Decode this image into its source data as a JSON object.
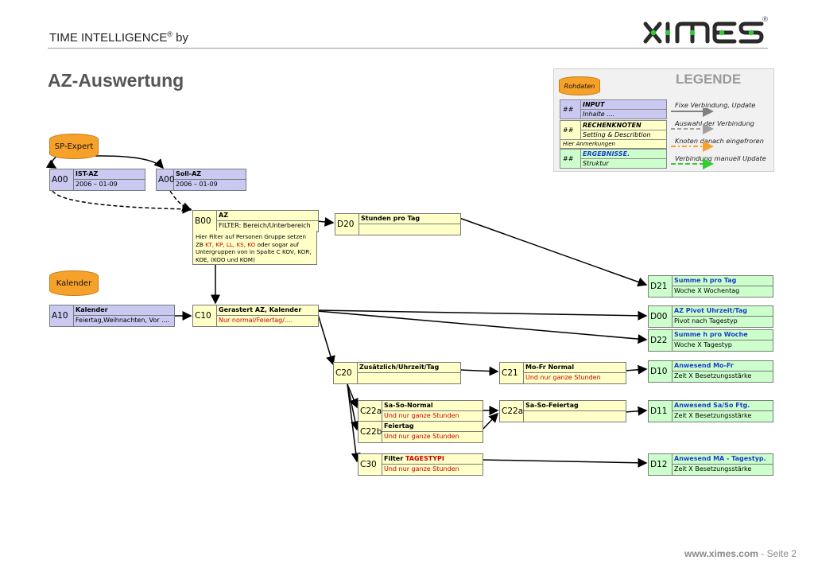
{
  "header": {
    "title": "TIME INTELLIGENCE",
    "reg": "®",
    "by": " by",
    "page_title": "AZ-Auswertung"
  },
  "logo": {
    "text": "XIMES",
    "reg": "®"
  },
  "footer": {
    "url": "www.ximes.com",
    "sep": " - ",
    "page": "Seite 2"
  },
  "legend": {
    "title": "LEGENDE",
    "rohdaten": "Rohdaten",
    "input": {
      "hash": "##",
      "line1": "INPUT",
      "line2": "Inhalte ...."
    },
    "calc": {
      "hash": "##",
      "line1": "RECHENKNOTEN",
      "line2": "Setting & Describtion",
      "line3": "Hier Anmerkungen"
    },
    "result": {
      "hash": "##",
      "line1": "ERGEBNISSE.",
      "line2": "Struktur"
    },
    "lines": {
      "fixed": "Fixe Verbindung, Update",
      "select": "Auswahl der Verbindung",
      "frozen": "Knoten danach eingefroren",
      "manual": "Verbindung manuell Update"
    },
    "colors": {
      "fixed": "#808080",
      "select": "#a0a0a0",
      "frozen": "#f6a12a",
      "manual": "#33cc33"
    }
  },
  "sources": {
    "sp_expert": "SP-Expert",
    "kalender": "Kalender"
  },
  "nodes": {
    "a00_ist": {
      "id": "A00",
      "title": "IST-AZ",
      "sub": "2006 – 01-09"
    },
    "a00_soll": {
      "id": "A00",
      "title": "Soll-AZ",
      "sub": "2006 – 01-09"
    },
    "b00": {
      "id": "B00",
      "title": "AZ",
      "sub": "FILTER: Bereich/Unterbereich",
      "note_pre": "Hier Filter auf Personen Gruppe setzen ZB ",
      "note_red": "KT, KP, LL, KS, KO",
      "note_post": " oder sogar auf Untergruppen von in Spalte C KOV, KOR, KOE, (KOO und KOM)"
    },
    "d20": {
      "id": "D20",
      "title": "Stunden pro Tag",
      "sub": ""
    },
    "a10": {
      "id": "A10",
      "title": "Kalender",
      "sub": "Feiertag,Weihnachten, Vor ...."
    },
    "c10": {
      "id": "C10",
      "title": "Gerastert AZ, Kalender",
      "sub": "Nur normal/Feiertag/...."
    },
    "c20": {
      "id": "C20",
      "title": "Zusätzlich/Uhrzeit/Tag",
      "sub": ""
    },
    "c21": {
      "id": "C21",
      "title": "Mo-Fr Normal",
      "sub": "Und nur ganze Stunden"
    },
    "c22a": {
      "id": "C22a",
      "title": "Sa-So-Normal",
      "sub": "Und nur ganze Stunden"
    },
    "c22b": {
      "id": "C22b",
      "title": "Feiertag",
      "sub": "Und nur ganze Stunden"
    },
    "c22a_r": {
      "id": "C22a",
      "title": "Sa-So-Feiertag",
      "sub": ""
    },
    "c30": {
      "id": "C30",
      "title_pre": "Filter ",
      "title_red": "TAGESTYPI",
      "sub": "Und nur ganze Stunden"
    },
    "d21": {
      "id": "D21",
      "title": "Summe h pro Tag",
      "sub": "Woche X Wochentag"
    },
    "d00": {
      "id": "D00",
      "title": "AZ Pivot Uhrzeit/Tag",
      "sub": "Pivot nach Tagestyp"
    },
    "d22": {
      "id": "D22",
      "title": "Summe h pro Woche",
      "sub": "Woche X Tagestyp"
    },
    "d10": {
      "id": "D10",
      "title": "Anwesend Mo-Fr",
      "sub": "Zeit X Besetzungsstärke"
    },
    "d11": {
      "id": "D11",
      "title": "Anwesend Sa/So Ftg.",
      "sub": "Zeit X Besetzungsstärke"
    },
    "d12": {
      "id": "D12",
      "title": "Anwesend MA - Tagestyp.",
      "sub": "Zeit X Besetzungsstärke"
    }
  },
  "colors": {
    "input": "#c9c9f1",
    "calc": "#ffffc8",
    "result": "#ccffcc",
    "source": "#f6a12a",
    "result_text": "#1a3ccc",
    "red_text": "#cc0000"
  }
}
